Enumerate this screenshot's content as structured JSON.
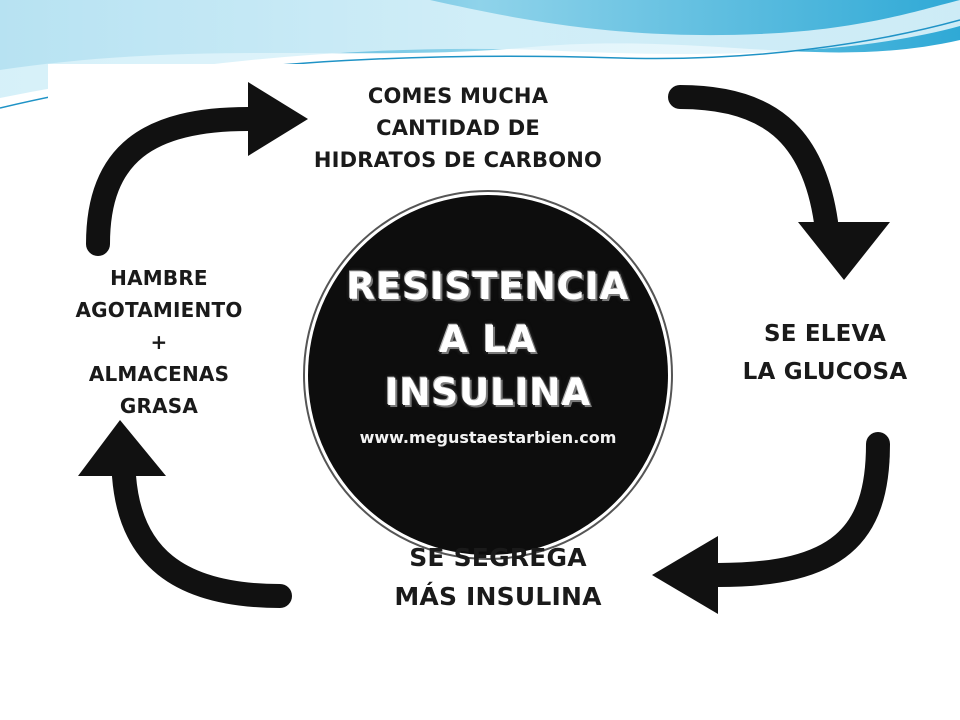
{
  "diagram": {
    "center": {
      "title_lines": [
        "RESISTENCIA",
        "A LA",
        "INSULINA"
      ],
      "url": "www.megustaestarbien.com"
    },
    "steps": {
      "top": [
        "COMES MUCHA",
        "CANTIDAD DE",
        "HIDRATOS DE CARBONO"
      ],
      "right": [
        "SE ELEVA",
        "LA GLUCOSA"
      ],
      "bottom": [
        "SE SEGREGA",
        "MÁS INSULINA"
      ],
      "left": [
        "HAMBRE",
        "AGOTAMIENTO",
        "+",
        "ALMACENAS",
        "GRASA"
      ]
    }
  },
  "colors": {
    "arrow": "#111111",
    "circle": "#0d0d0d",
    "slide_accent": "#4fb8d8"
  }
}
